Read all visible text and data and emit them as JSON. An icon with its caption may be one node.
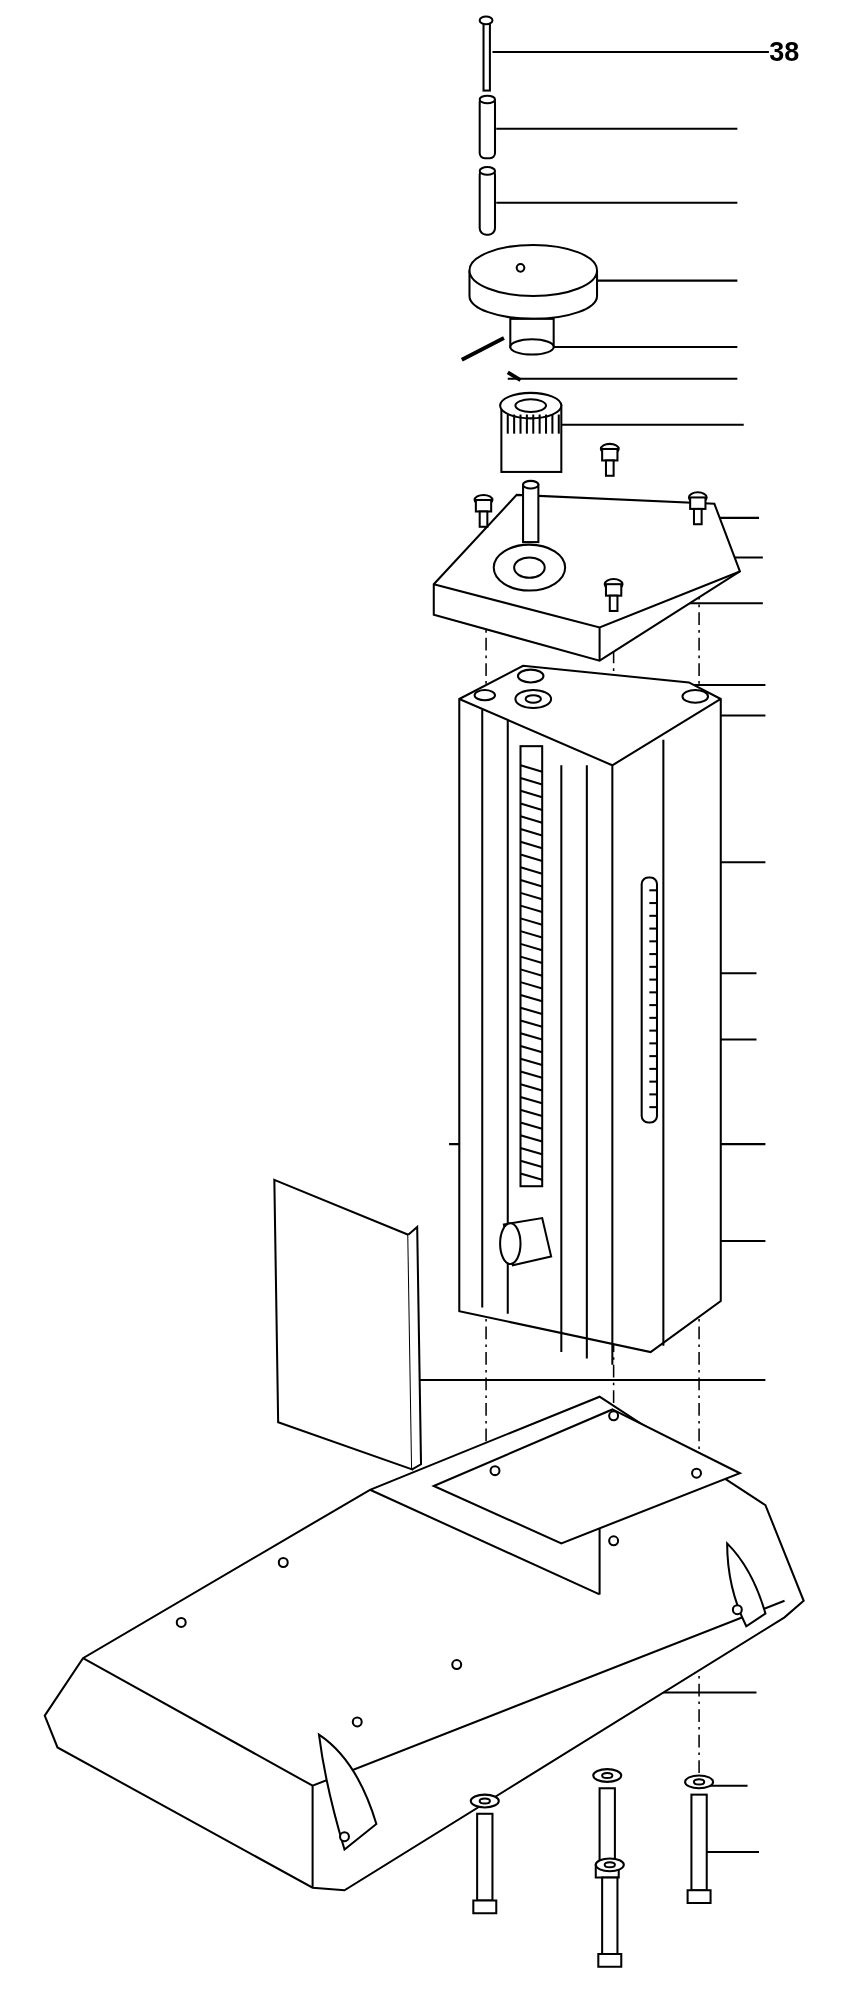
{
  "diagram": {
    "nodes": [
      {
        "text": [
          "38"
        ]
      },
      {
        "text": [],
        "shape": "picture"
      }
    ],
    "edges": [
      {
        "from": 0,
        "to": 1,
        "arrow": "none"
      }
    ]
  }
}
